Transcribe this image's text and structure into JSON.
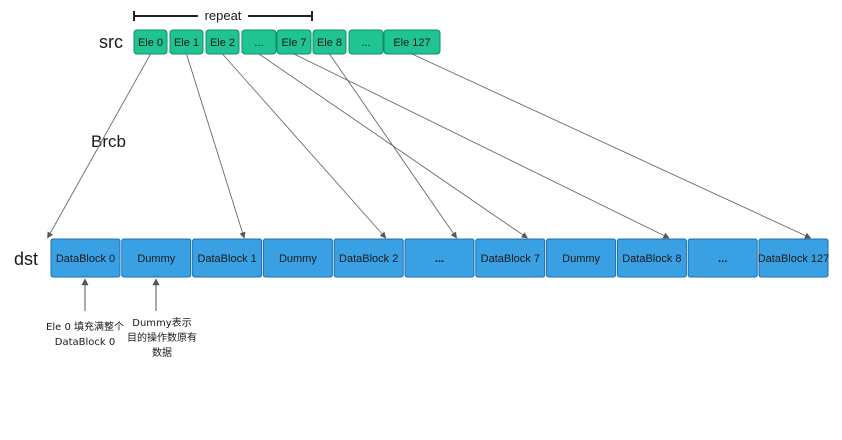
{
  "repeat_label": "repeat",
  "row_labels": {
    "src": "src",
    "dst": "dst"
  },
  "op_label": "Brcb",
  "src_cells": [
    "Ele 0",
    "Ele 1",
    "Ele 2",
    "...",
    "Ele 7",
    "Ele 8",
    "...",
    "Ele 127"
  ],
  "dst_cells": [
    "DataBlock 0",
    "Dummy",
    "DataBlock 1",
    "Dummy",
    "DataBlock 2",
    "...",
    "DataBlock 7",
    "Dummy",
    "DataBlock 8",
    "...",
    "DataBlock 127"
  ],
  "mappings": [
    {
      "from": "Ele 0",
      "to": "DataBlock 0"
    },
    {
      "from": "Ele 1",
      "to": "DataBlock 1"
    },
    {
      "from": "Ele 2",
      "to": "DataBlock 2"
    },
    {
      "from": "...",
      "to": "DataBlock 7"
    },
    {
      "from": "Ele 7",
      "to": "DataBlock 8"
    },
    {
      "from": "Ele 8",
      "to": "..."
    },
    {
      "from": "Ele 127",
      "to": "DataBlock 127"
    }
  ],
  "notes": {
    "datablock": [
      "Ele 0 填充满整个",
      "DataBlock 0"
    ],
    "dummy": [
      "Dummy表示",
      "目的操作数原有",
      "数据"
    ]
  },
  "colors": {
    "src_fill": "#1fc492",
    "dst_fill": "#3aa0e4",
    "line": "#666666"
  }
}
